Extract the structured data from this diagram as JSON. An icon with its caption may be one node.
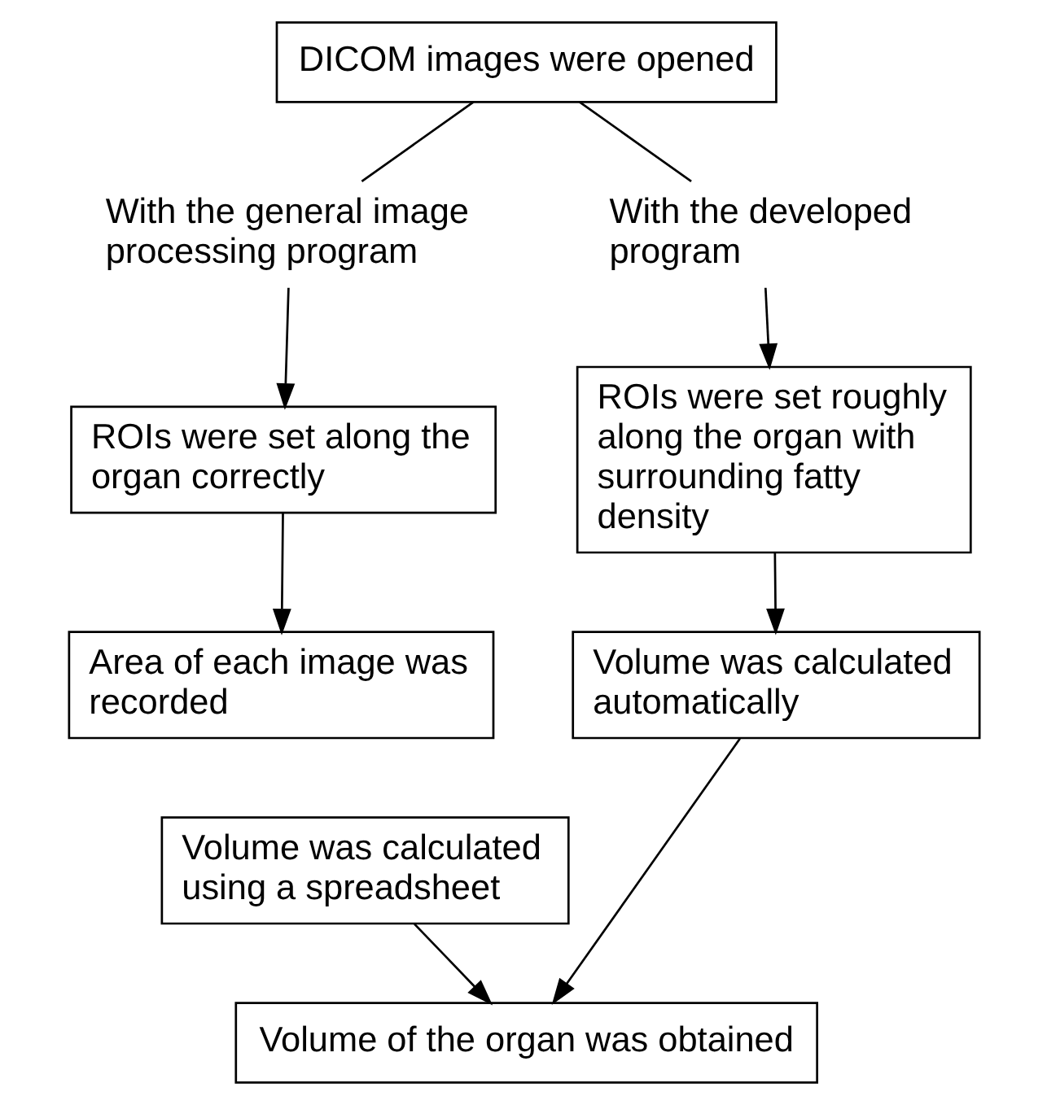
{
  "diagram": {
    "nodes": [
      {
        "text": [
          "DICOM images were opened"
        ]
      },
      {
        "text": [
          "With the general image processing program"
        ]
      },
      {
        "text": [
          "With the developed program"
        ]
      },
      {
        "text": [
          "ROIs were set along the organ correctly"
        ]
      },
      {
        "text": [
          "ROIs were set roughly along the organ with surrounding fatty density"
        ]
      },
      {
        "text": [
          "Area of each image was recorded"
        ]
      },
      {
        "text": [
          "Volume was calculated automatically"
        ]
      },
      {
        "text": [
          "Volume was calculated using a spreadsheet"
        ]
      },
      {
        "text": [
          "Volume of the organ was obtained"
        ]
      }
    ],
    "edges": [
      {
        "from": 0,
        "to": 1,
        "arrow": "none"
      },
      {
        "from": 0,
        "to": 2,
        "arrow": "none"
      },
      {
        "from": 1,
        "to": 3,
        "arrow": "to"
      },
      {
        "from": 2,
        "to": 4,
        "arrow": "to"
      },
      {
        "from": 3,
        "to": 5,
        "arrow": "to"
      },
      {
        "from": 4,
        "to": 6,
        "arrow": "to"
      },
      {
        "from": 7,
        "to": 8,
        "arrow": "to"
      },
      {
        "from": 6,
        "to": 8,
        "arrow": "to"
      }
    ]
  }
}
